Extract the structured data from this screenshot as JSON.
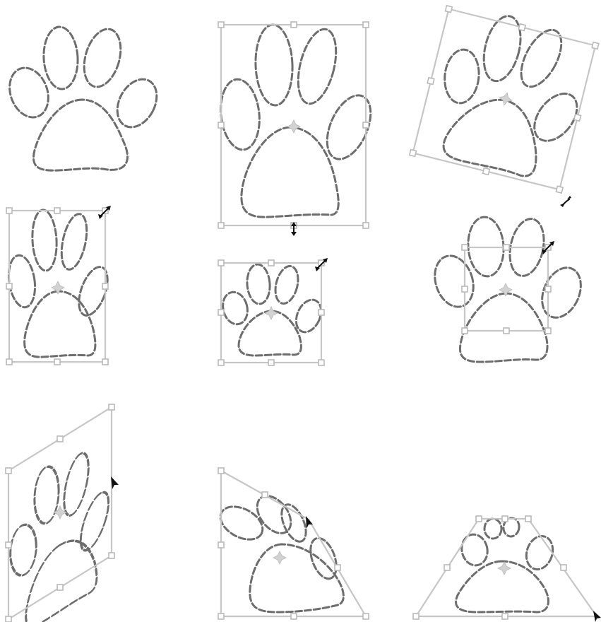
{
  "figure": {
    "panels": [
      {
        "name": "panel-original",
        "transform": "none"
      },
      {
        "name": "panel-bounding-box",
        "transform": "bounding-box-with-handles"
      },
      {
        "name": "panel-rotate",
        "transform": "rotate"
      },
      {
        "name": "panel-scale-narrow",
        "transform": "scale"
      },
      {
        "name": "panel-scale-proportional",
        "transform": "scale"
      },
      {
        "name": "panel-scale-box-shrunk",
        "transform": "scale"
      },
      {
        "name": "panel-skew",
        "transform": "skew"
      },
      {
        "name": "panel-distort",
        "transform": "distort"
      },
      {
        "name": "panel-perspective",
        "transform": "perspective"
      }
    ],
    "colors": {
      "outline": "#6d6d6d",
      "box": "#c6c6c6",
      "cursor": "#111111"
    },
    "icons": [
      "resize-cursor-icon",
      "pointer-arrow-icon",
      "center-point-icon"
    ]
  }
}
